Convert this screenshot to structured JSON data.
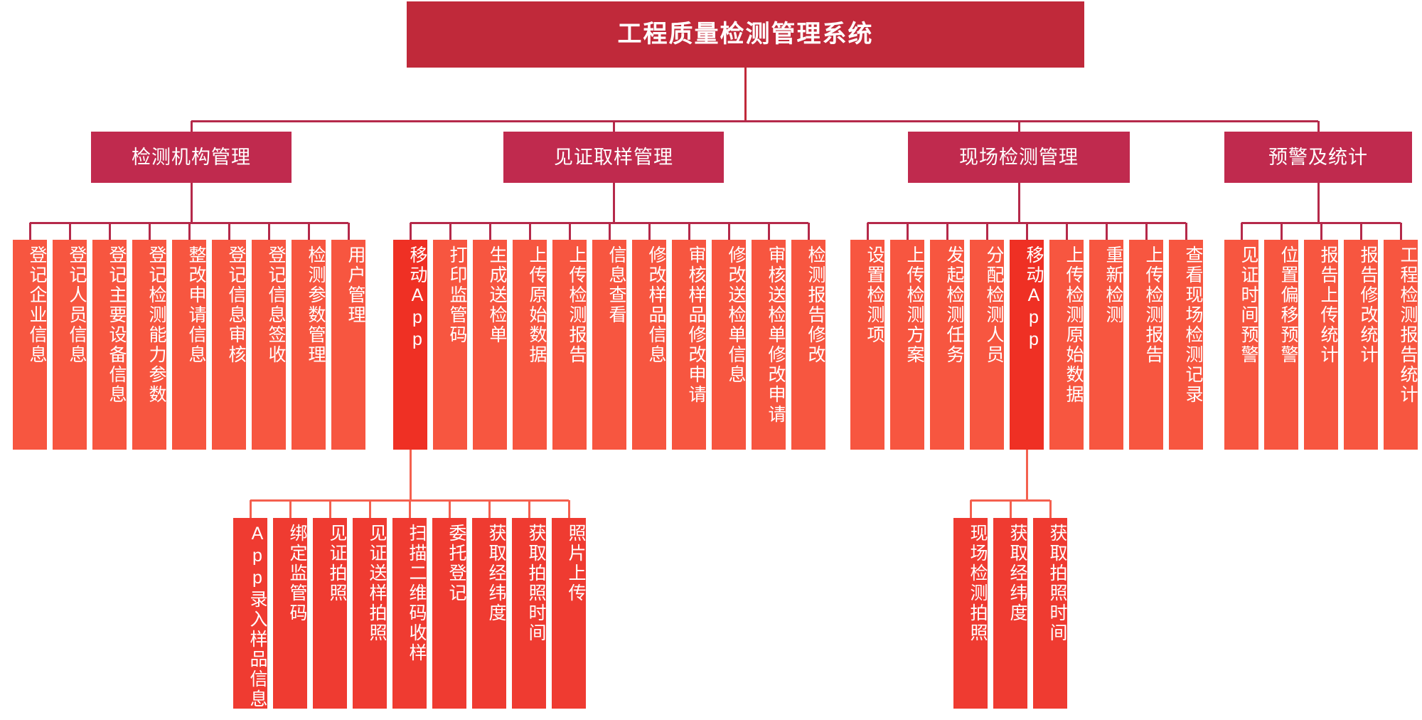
{
  "title": "工程质量检测管理系统",
  "colors": {
    "root_bg": "#c0293a",
    "level2_bg": "#c02a4e",
    "level3_bg": "#f75640",
    "level3_highlight_bg": "#ef3024",
    "level4_bg": "#ef3b31",
    "connector_dark": "#b5294a",
    "connector_light": "#f4604f",
    "text": "#ffffff",
    "page_bg": "#ffffff"
  },
  "branches": [
    {
      "label": "检测机构管理",
      "children": [
        {
          "label": "登记企业信息"
        },
        {
          "label": "登记人员信息"
        },
        {
          "label": "登记主要设备信息"
        },
        {
          "label": "登记检测能力参数"
        },
        {
          "label": "整改申请信息"
        },
        {
          "label": "登记信息审核"
        },
        {
          "label": "登记信息签收"
        },
        {
          "label": "检测参数管理"
        },
        {
          "label": "用户管理"
        }
      ]
    },
    {
      "label": "见证取样管理",
      "children": [
        {
          "label": "移动App",
          "highlight": true,
          "children": [
            {
              "label": "App录入样品信息"
            },
            {
              "label": "绑定监管码"
            },
            {
              "label": "见证拍照"
            },
            {
              "label": "见证送样拍照"
            },
            {
              "label": "扫描二维码收样"
            },
            {
              "label": "委托登记"
            },
            {
              "label": "获取经纬度"
            },
            {
              "label": "获取拍照时间"
            },
            {
              "label": "照片上传"
            }
          ]
        },
        {
          "label": "打印监管码"
        },
        {
          "label": "生成送检单"
        },
        {
          "label": "上传原始数据"
        },
        {
          "label": "上传检测报告"
        },
        {
          "label": "信息查看"
        },
        {
          "label": "修改样品信息"
        },
        {
          "label": "审核样品修改申请"
        },
        {
          "label": "修改送检单信息"
        },
        {
          "label": "审核送检单修改申请"
        },
        {
          "label": "检测报告修改"
        }
      ]
    },
    {
      "label": "现场检测管理",
      "children": [
        {
          "label": "设置检测项"
        },
        {
          "label": "上传检测方案"
        },
        {
          "label": "发起检测任务"
        },
        {
          "label": "分配检测人员"
        },
        {
          "label": "移动App",
          "highlight": true,
          "children": [
            {
              "label": "现场检测拍照"
            },
            {
              "label": "获取经纬度"
            },
            {
              "label": "获取拍照时间"
            }
          ]
        },
        {
          "label": "上传检测原始数据"
        },
        {
          "label": "重新检测"
        },
        {
          "label": "上传检测报告"
        },
        {
          "label": "查看现场检测记录"
        }
      ]
    },
    {
      "label": "预警及统计",
      "children": [
        {
          "label": "见证时间预警"
        },
        {
          "label": "位置偏移预警"
        },
        {
          "label": "报告上传统计"
        },
        {
          "label": "报告修改统计"
        },
        {
          "label": "工程检测报告统计"
        }
      ]
    }
  ]
}
